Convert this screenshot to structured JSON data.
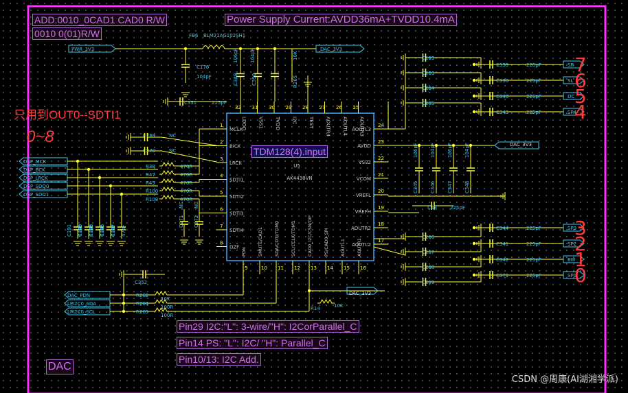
{
  "texts": {
    "addr1": "ADD:0010_0CAD1 CAD0 R/W",
    "addr2": "0010 0(01)R/W",
    "power": "Power Supply Current:AVDD36mA+TVDD10.4mA",
    "chip_title": "TDM128(4).input",
    "chip_ref": "U5",
    "chip_part": "AK4438VN",
    "pin29": "Pin29 I2C:\"L\": 3-wire/\"H\": I2CorParallel_C",
    "pin14": "Pin14 PS: \"L\": I2C/ \"H\": Parallel_C",
    "pin10": "Pin10/13: I2C Add.",
    "dac": "DAC",
    "note_cn": "只用到OUT0--SDTI1",
    "note_08": "0~8",
    "watermark": "CSDN @周康(AI湖湘学派)"
  },
  "nets": {
    "pwr": "PWR_3V3",
    "dac1": "DAC_3V3",
    "dac2": "DAC_3V3",
    "dac3": "DAC_3V3",
    "pdn": "DAC_PDN",
    "sda": "LPI2C0_SDA",
    "scl": "LPI2C0_SCL"
  },
  "dsp": [
    "DSP_MCK",
    "DSP_BCK",
    "DSP_LRCK",
    "DSP_SDO0",
    "DSP_SDO1"
  ],
  "outputs": [
    {
      "label": "SR",
      "cap": "C339",
      "val": "225pF",
      "c2": "C193",
      "hand": "7"
    },
    {
      "label": "SL",
      "cap": "C338",
      "val": "225pF",
      "c2": "C203",
      "hand": "6"
    },
    {
      "label": "DC",
      "cap": "C340",
      "val": "225pF",
      "c2": "C204",
      "hand": "5"
    },
    {
      "label": "SP4",
      "cap": "C343",
      "val": "225pF",
      "c2": "C205",
      "hand": "4"
    },
    {
      "label": "SP3",
      "cap": "C344",
      "val": "225pF",
      "c2": "C206",
      "hand": "3"
    },
    {
      "label": "SP2",
      "cap": "C341",
      "val": "225pF",
      "c2": "C207",
      "hand": "2"
    },
    {
      "label": "BW",
      "cap": "C342",
      "val": "225pF",
      "c2": "C208",
      "hand": "1"
    },
    {
      "label": "SP1",
      "cap": "C371",
      "val": "225pF",
      "c2": "C209",
      "hand": "0"
    }
  ],
  "left_pins": [
    {
      "num": "1",
      "name": "MCLK"
    },
    {
      "num": "2",
      "name": "BICK"
    },
    {
      "num": "3",
      "name": "LRCK"
    },
    {
      "num": "4",
      "name": "SDTI1"
    },
    {
      "num": "5",
      "name": "SDTI2"
    },
    {
      "num": "6",
      "name": "SDTI3"
    },
    {
      "num": "7",
      "name": "SDTI4"
    },
    {
      "num": "8",
      "name": "DZF"
    }
  ],
  "right_pins": [
    {
      "num": "24",
      "name": "AOUTL3"
    },
    {
      "num": "23",
      "name": "AVDD"
    },
    {
      "num": "22",
      "name": "VSS2"
    },
    {
      "num": "21",
      "name": "VCOM"
    },
    {
      "num": "20",
      "name": "VREFL"
    },
    {
      "num": "19",
      "name": "VREFH"
    },
    {
      "num": "18",
      "name": "AOUTR2"
    },
    {
      "num": "17",
      "name": "AOUTL2"
    }
  ],
  "top_pins": [
    {
      "num": "32",
      "name": "LDOO"
    },
    {
      "num": "31",
      "name": "VSS1"
    },
    {
      "num": "30",
      "name": "TVDD"
    },
    {
      "num": "29",
      "name": "I2C"
    },
    {
      "num": "28",
      "name": "TEST"
    },
    {
      "num": "27",
      "name": "AOUTR4"
    },
    {
      "num": "26",
      "name": "AOUTL4"
    },
    {
      "num": "25",
      "name": "AOUTR3"
    }
  ],
  "bottom_pins": [
    {
      "num": "9",
      "name": "PDN"
    },
    {
      "num": "10",
      "name": "SMUTE/CAD1"
    },
    {
      "num": "11",
      "name": "SDA/CDTI/TDM0"
    },
    {
      "num": "12",
      "name": "SCL/CCLK/TDM1"
    },
    {
      "num": "13",
      "name": "CAD0_I2C/CSN/DIF"
    },
    {
      "num": "14",
      "name": "PS/CAD0_SPI"
    },
    {
      "num": "15",
      "name": "AOUTL1"
    },
    {
      "num": "16",
      "name": "AOUTR1"
    }
  ],
  "left_res": [
    {
      "ref": "R38",
      "val": "470R"
    },
    {
      "ref": "R47",
      "val": "470R"
    },
    {
      "ref": "R45",
      "val": "470R"
    },
    {
      "ref": "R100",
      "val": "470R"
    },
    {
      "ref": "R108",
      "val": "470R"
    }
  ],
  "left_caps": [
    {
      "ref": "C191",
      "val": "47pF"
    },
    {
      "ref": "C189",
      "val": "47pF"
    },
    {
      "ref": "C188",
      "val": "47pF"
    },
    {
      "ref": "C186",
      "val": "47pF"
    },
    {
      "ref": "C187",
      "val": "47pF"
    }
  ],
  "nc_caps": [
    {
      "ref": "C269",
      "val": "NC"
    },
    {
      "ref": "C270",
      "val": "NC"
    },
    {
      "ref": "C271",
      "val": "NC"
    },
    {
      "ref": "C272",
      "val": "NC"
    }
  ],
  "ctrl_res": [
    {
      "ref": "R262",
      "val": "10K"
    },
    {
      "ref": "R264",
      "val": "100R"
    },
    {
      "ref": "R265",
      "val": "100R"
    }
  ],
  "top_parts": {
    "fb": "FB6",
    "fb_part": "BLM21AG102SH1",
    "c178": "C178",
    "c178_val": "104pF",
    "c351": "C351",
    "c351_val": "225pF",
    "c349": "C349",
    "c349_val": "106pF",
    "c350": "C350",
    "c350_val": "104pF",
    "r265": "R265",
    "r265_val": "10K",
    "c352": "C352",
    "r14": "R14",
    "r14_val": "10K"
  },
  "mid_caps": [
    {
      "ref": "C345",
      "val": "106pF"
    },
    {
      "ref": "C346",
      "val": "104pF"
    },
    {
      "ref": "C347",
      "val": "106pF"
    },
    {
      "ref": "C348",
      "val": "104pF"
    }
  ],
  "c43": {
    "ref": "C43",
    "val": "225pF"
  },
  "colors": {
    "wire": "#ffff3a",
    "part": "#40c8f0",
    "frame": "#ff2cff",
    "chip": "#3aa8ff",
    "label": "#b06ad8",
    "note": "#ff3b3b"
  }
}
